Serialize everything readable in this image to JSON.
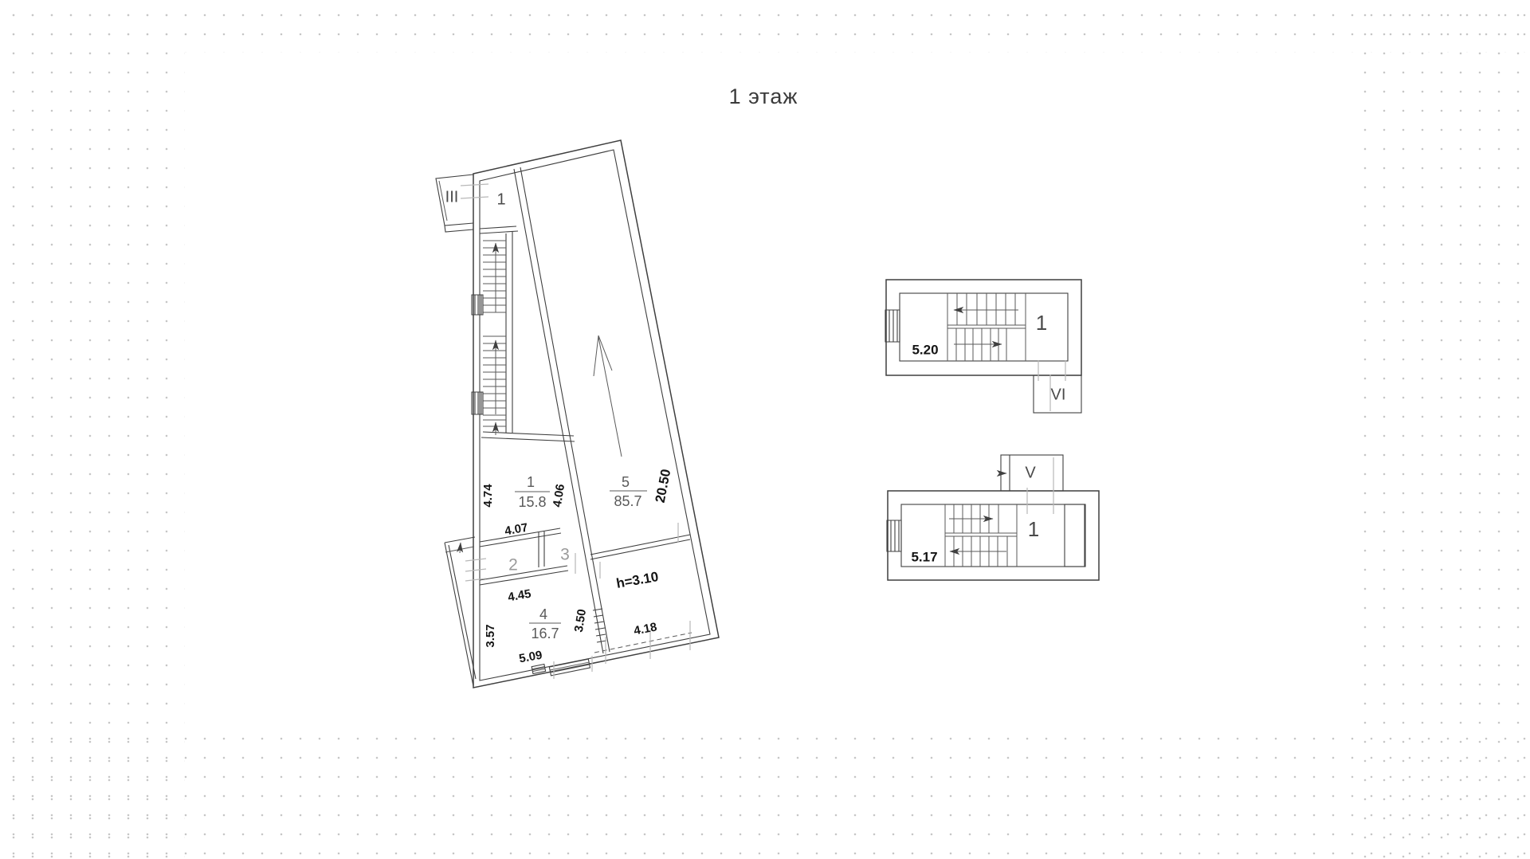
{
  "title": "1 этаж",
  "palette": {
    "line": "#3f3f3f",
    "dimension_text": "#141414",
    "room_text": "#5a5a5a",
    "light_room_text": "#9a9a9a",
    "tick": "#b8b8b8",
    "dot": "#c6c6c6",
    "background": "#ffffff"
  },
  "main_plan": {
    "porch_label": "III",
    "hall_label": "1",
    "room1": {
      "number": "1",
      "area": "15.8"
    },
    "room2": {
      "number": "2"
    },
    "room3": {
      "number": "3"
    },
    "room4": {
      "number": "4",
      "area": "16.7"
    },
    "room5": {
      "number": "5",
      "area": "85.7"
    },
    "height_note": "h=3.10",
    "dims": {
      "d474": "4.74",
      "d406": "4.06",
      "d407": "4.07",
      "d445": "4.45",
      "d357": "3.57",
      "d350": "3.50",
      "d509": "5.09",
      "d418": "4.18",
      "d2050": "20.50"
    }
  },
  "stair_detail_top": {
    "width_label": "5.20",
    "room_label": "1",
    "vestibule_label": "VI"
  },
  "stair_detail_bottom": {
    "width_label": "5.17",
    "room_label": "1",
    "vestibule_label": "V"
  }
}
